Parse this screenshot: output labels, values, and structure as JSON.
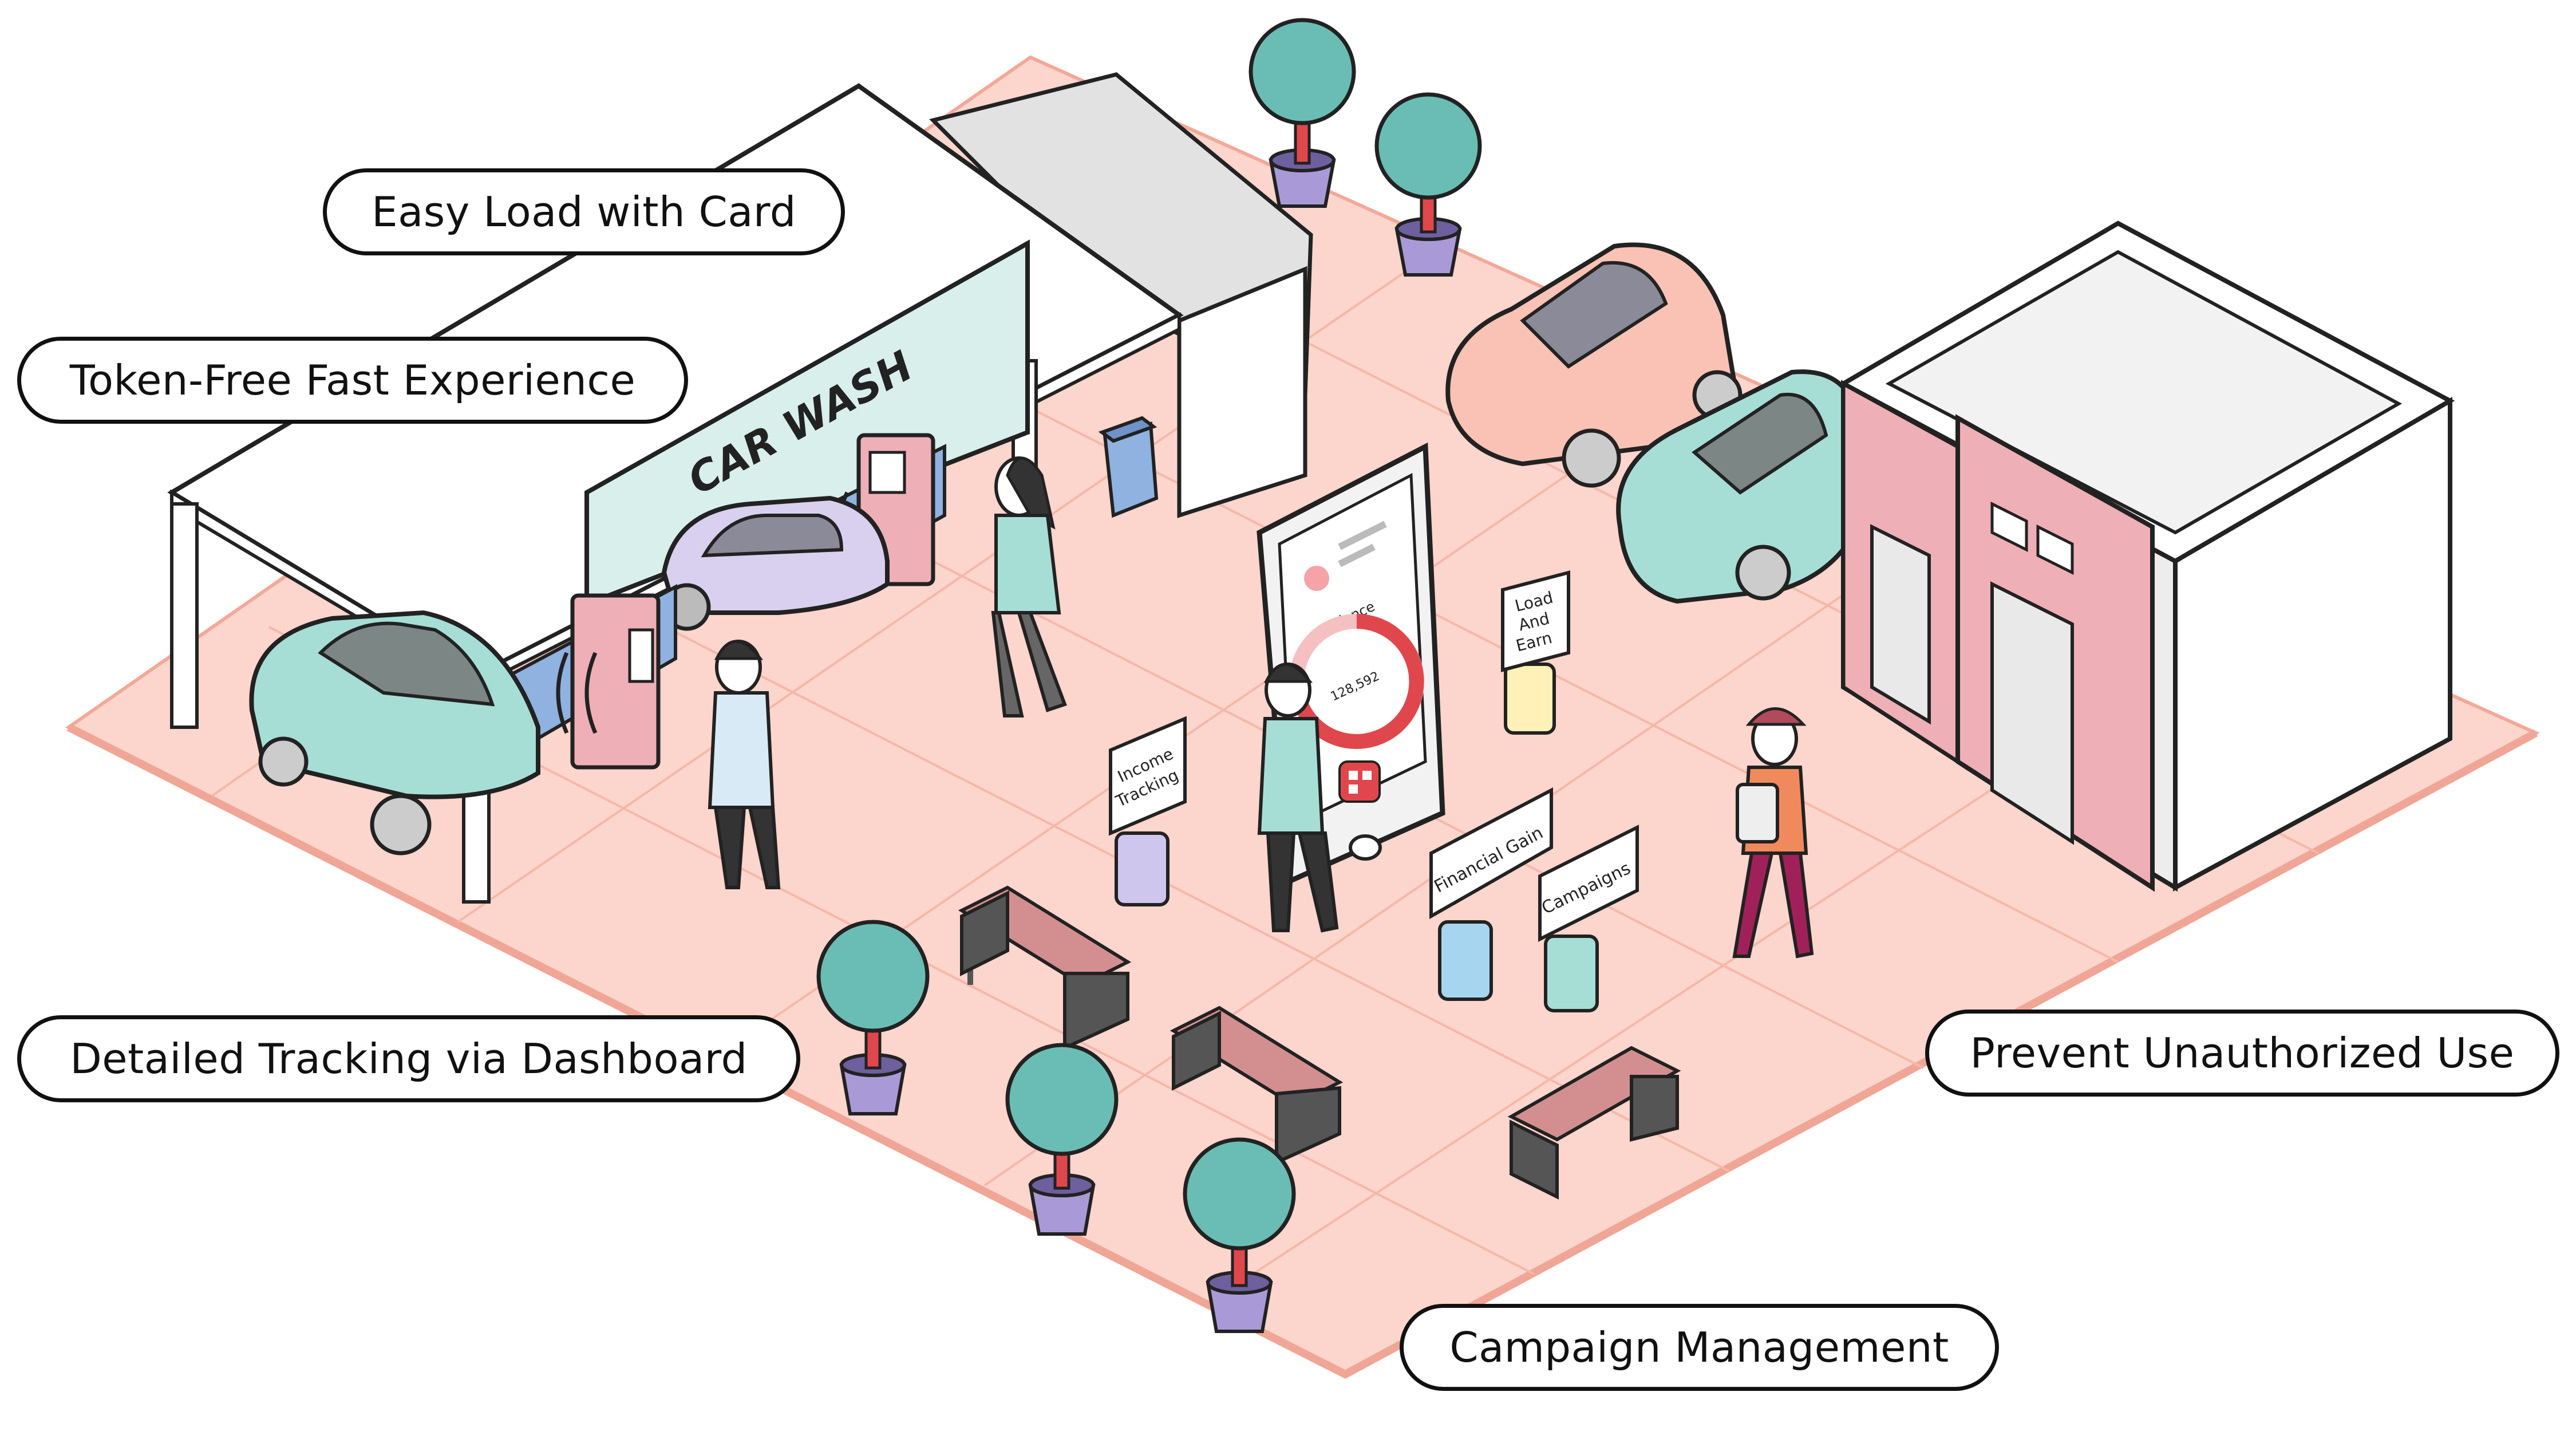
{
  "callouts": {
    "easy_load": "Easy Load with Card",
    "token_free": "Token-Free Fast Experience",
    "detailed_tracking": "Detailed Tracking via Dashboard",
    "prevent_unauthorized": "Prevent Unauthorized Use",
    "campaign_management": "Campaign Management"
  },
  "scene": {
    "car_wash_sign": "CAR WASH",
    "phone_balance_label": "Balance",
    "phone_balance_value": "128,592",
    "signs": {
      "load_and_earn": [
        "Load",
        "And",
        "Earn"
      ],
      "income_tracking": [
        "Income",
        "Tracking"
      ],
      "financial_gain": "Financial Gain",
      "campaigns": "Campaigns"
    }
  },
  "colors": {
    "floor": "#fcd5cc",
    "floor_edge": "#f6b2a4",
    "teal_car": "#a6ded6",
    "pink_car": "#f9c2b4",
    "lavender_car": "#d9d0ef",
    "tree": "#6abdb4",
    "pot": "#a99ad7",
    "building_pink": "#efafb6",
    "sign_mint": "#d8efec",
    "accent_red": "#e0474c"
  },
  "icons": [
    "tree-icon",
    "bench-icon",
    "fuel-pump-icon",
    "qr-code-icon",
    "person-icon",
    "car-icon"
  ]
}
